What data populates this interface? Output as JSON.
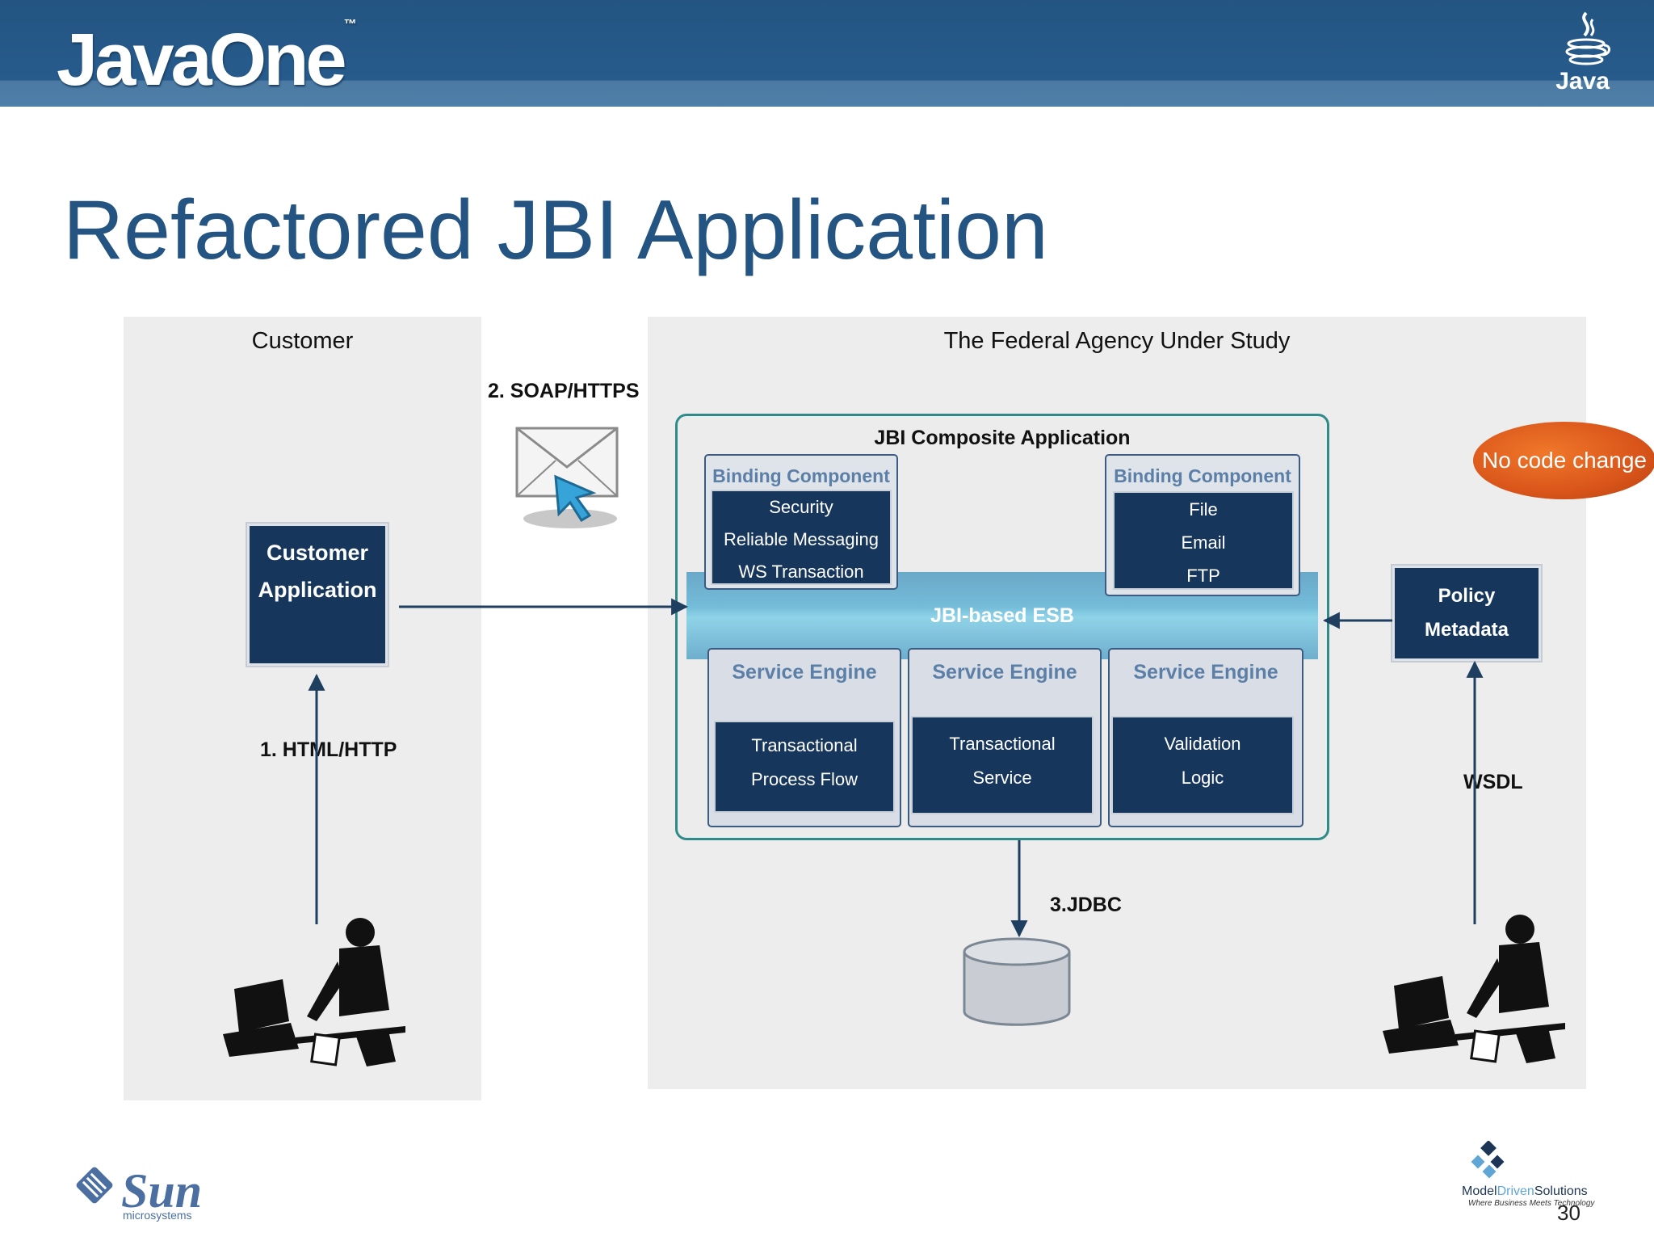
{
  "header": {
    "brand": "JavaOne",
    "brand_mark": "™",
    "java_logo_text": "Java"
  },
  "title": "Refactored JBI Application",
  "customer_panel": {
    "title": "Customer",
    "app_line1": "Customer",
    "app_line2": "Application",
    "arrow_label": "1. HTML/HTTP"
  },
  "protocol_label": "2. SOAP/HTTPS",
  "agency_panel": {
    "title": "The Federal Agency Under Study",
    "composite_title": "JBI Composite Application",
    "binding_left": {
      "title": "Binding Component",
      "items": [
        "Security",
        "Reliable Messaging",
        "WS Transaction"
      ]
    },
    "binding_right": {
      "title": "Binding Component",
      "items": [
        "File",
        "Email",
        "FTP"
      ]
    },
    "esb_label": "JBI-based ESB",
    "service_engines": [
      {
        "title": "Service Engine",
        "line1": "Transactional",
        "line2": "Process Flow"
      },
      {
        "title": "Service Engine",
        "line1": "Transactional",
        "line2": "Service"
      },
      {
        "title": "Service Engine",
        "line1": "Validation",
        "line2": "Logic"
      }
    ],
    "jdbc_label": "3.JDBC",
    "policy_line1": "Policy",
    "policy_line2": "Metadata",
    "wsdl_label": "WSDL"
  },
  "callout": "No code  change",
  "footer": {
    "sun_text": "Sun",
    "sun_sub": "microsystems",
    "mds_model": "Model",
    "mds_driven": "Driven",
    "mds_solutions": "Solutions",
    "mds_tagline": "Where Business Meets Technology",
    "slide_number": "30"
  },
  "colors": {
    "header_blue": "#245582",
    "dark_box": "#16365c",
    "accent_orange": "#e0601e",
    "teal_border": "#2f8a8a"
  }
}
